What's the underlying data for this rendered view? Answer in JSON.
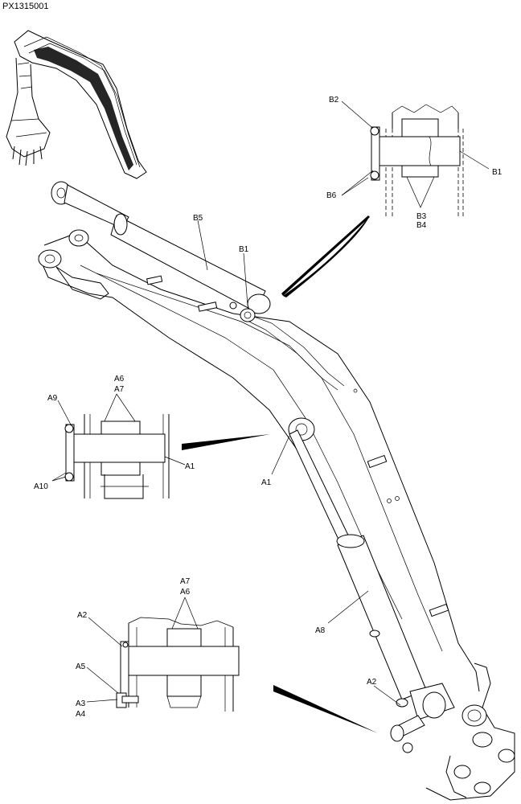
{
  "figure_id": "PX1315001",
  "labels": {
    "B1_detail": "B1",
    "B2": "B2",
    "B3": "B3",
    "B4": "B4",
    "B5": "B5",
    "B6": "B6",
    "B1_main": "B1",
    "A6_top": "A6",
    "A7_top": "A7",
    "A9": "A9",
    "A1_detail": "A1",
    "A10": "A10",
    "A1_main": "A1",
    "A7_bottom": "A7",
    "A6_bottom": "A6",
    "A2_detail": "A2",
    "A5": "A5",
    "A3": "A3",
    "A4": "A4",
    "A8": "A8",
    "A2_main": "A2"
  }
}
